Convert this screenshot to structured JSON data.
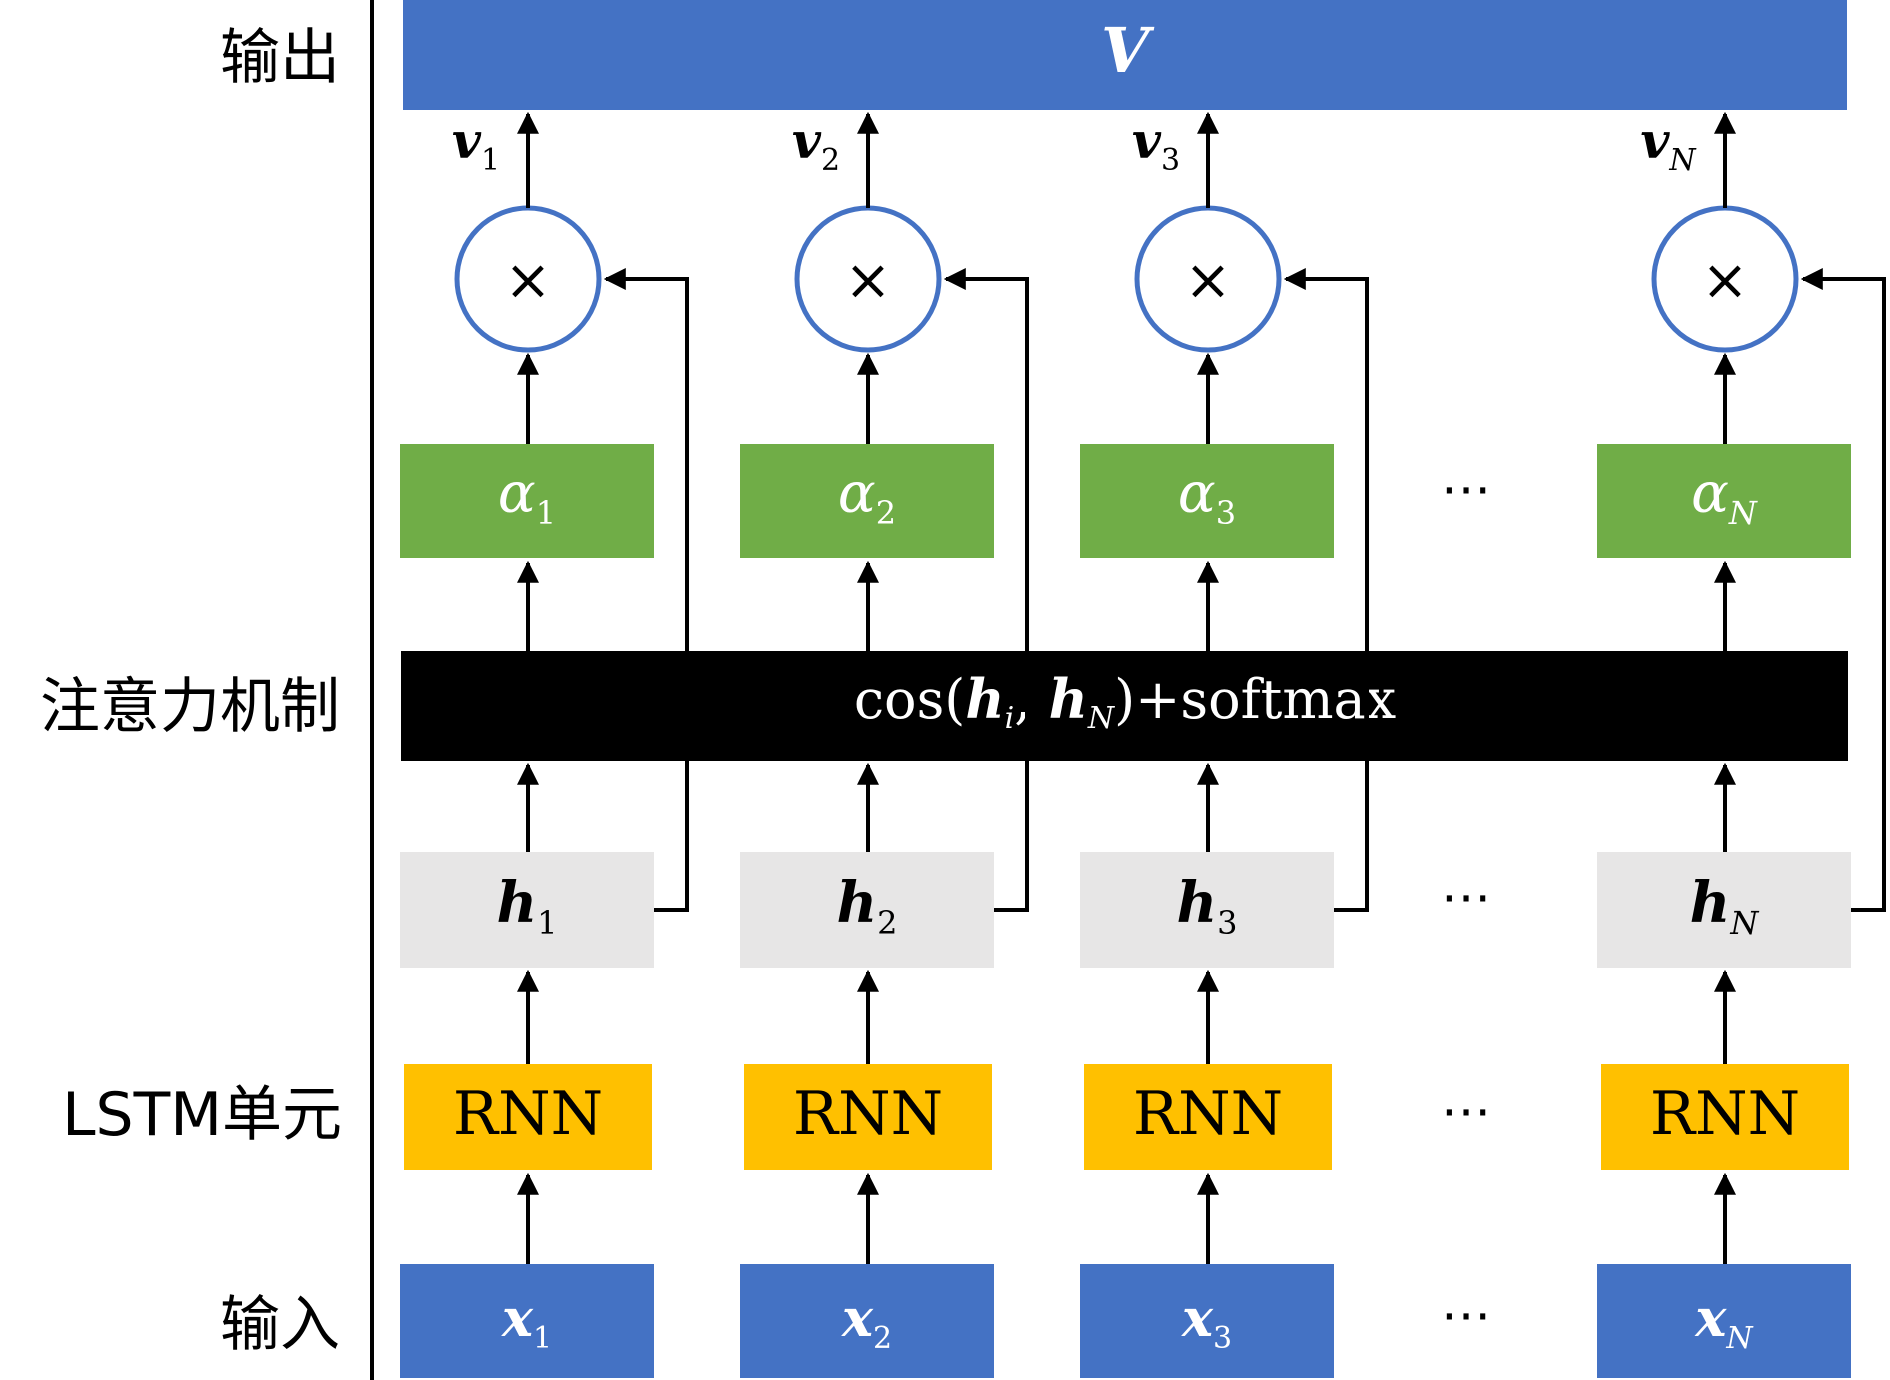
{
  "layers": {
    "output": "输出",
    "attention": "注意力机制",
    "lstm": "LSTM单元",
    "input": "输入"
  },
  "output_box": {
    "symbol": "V"
  },
  "attention_box": {
    "prefix": "cos(",
    "h1": "h",
    "sub1": "i",
    "sep": ", ",
    "h2": "h",
    "sub2": "N",
    "suffix": ")+softmax"
  },
  "columns": [
    {
      "x_var": "x",
      "x_sub": "1",
      "rnn": "RNN",
      "h_var": "h",
      "h_sub": "1",
      "alpha_var": "α",
      "alpha_sub": "1",
      "v_var": "v",
      "v_sub": "1",
      "mult": "×"
    },
    {
      "x_var": "x",
      "x_sub": "2",
      "rnn": "RNN",
      "h_var": "h",
      "h_sub": "2",
      "alpha_var": "α",
      "alpha_sub": "2",
      "v_var": "v",
      "v_sub": "2",
      "mult": "×"
    },
    {
      "x_var": "x",
      "x_sub": "3",
      "rnn": "RNN",
      "h_var": "h",
      "h_sub": "3",
      "alpha_var": "α",
      "alpha_sub": "3",
      "v_var": "v",
      "v_sub": "3",
      "mult": "×"
    },
    {
      "x_var": "x",
      "x_sub": "N",
      "rnn": "RNN",
      "h_var": "h",
      "h_sub": "N",
      "alpha_var": "α",
      "alpha_sub": "N",
      "v_var": "v",
      "v_sub": "N",
      "mult": "×"
    }
  ],
  "ellipsis": "⋯",
  "colors": {
    "blue": "#4472C4",
    "green": "#70AD47",
    "gray": "#E7E6E6",
    "yellow": "#FFC000",
    "black": "#000000",
    "white": "#FFFFFF"
  }
}
